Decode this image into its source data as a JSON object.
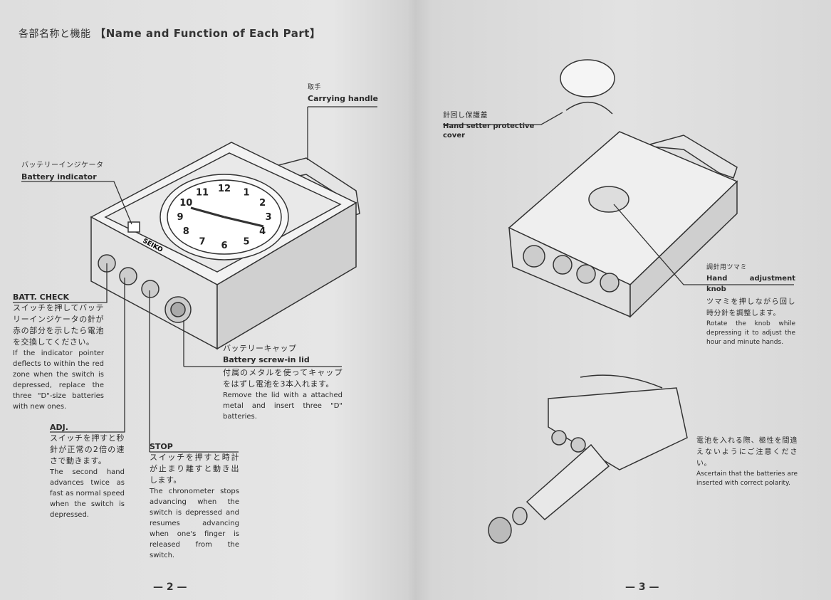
{
  "title": {
    "jp": "各部名称と機能",
    "en": "【Name and Function of Each Part】"
  },
  "left_page": {
    "carrying_handle": {
      "jp": "取手",
      "en": "Carrying handle"
    },
    "battery_indicator": {
      "jp": "バッテリーインジケータ",
      "en": "Battery indicator"
    },
    "batt_check": {
      "heading": "BATT. CHECK",
      "jp": "スイッチを押してバッテリーインジケータの針が赤の部分を示したら電池を交換してください。",
      "en": "If the indicator pointer deflects to within the red zone when the switch is depressed, replace the three \"D\"-size batteries with new ones."
    },
    "adj": {
      "heading": "ADJ.",
      "jp": "スイッチを押すと秒針が正常の2倍の速さで動きます。",
      "en": "The second hand advances twice as fast as normal speed when the switch is depressed."
    },
    "stop": {
      "heading": "STOP",
      "jp": "スイッチを押すと時計が止まり離すと動き出します。",
      "en": "The chronometer stops advancing when the switch is depressed and resumes advancing when one's finger is released from the switch."
    },
    "battery_lid": {
      "jp_label": "バッテリーキャップ",
      "heading": "Battery screw-in lid",
      "jp": "付属のメタルを使ってキャップをはずし電池を3本入れます。",
      "en": "Remove the lid with a attached metal and insert three \"D\" batteries."
    },
    "page_number": "— 2 —"
  },
  "right_page": {
    "hand_setter_cover": {
      "jp": "針回し保護蓋",
      "en": "Hand setter protective cover"
    },
    "hand_adjustment_knob": {
      "jp_label": "調針用ツマミ",
      "heading": "Hand adjustment knob",
      "jp": "ツマミを押しながら回し時分針を調整します。",
      "en": "Rotate the knob while depressing it to adjust the hour and minute hands."
    },
    "polarity_note": {
      "jp": "電池を入れる際、極性を間違えないようにご注意ください。",
      "en": "Ascertain that the batteries are inserted with correct polarity."
    },
    "page_number": "— 3 —"
  },
  "device_brand": "SEIKO",
  "clock_numbers": [
    "12",
    "1",
    "2",
    "3",
    "4",
    "5",
    "6",
    "7",
    "8",
    "9",
    "10",
    "11"
  ]
}
